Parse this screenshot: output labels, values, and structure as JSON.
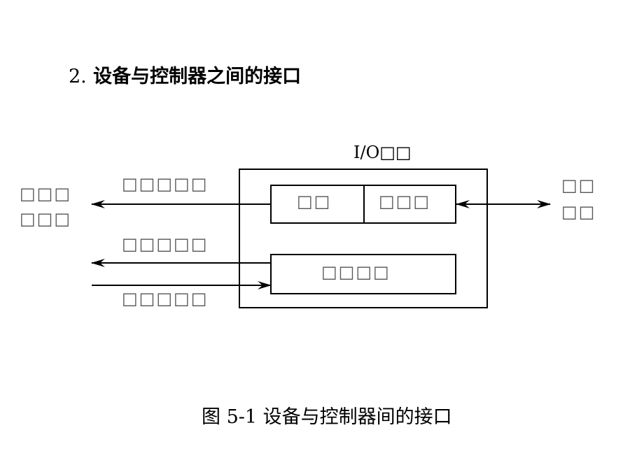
{
  "heading": {
    "number": "2.",
    "text": "设备与控制器之间的接口"
  },
  "diagram": {
    "io_device_label": "I/O□□",
    "cpu_side_label_line1": "□□□",
    "cpu_side_label_line2": "□□□",
    "device_side_label_line1": "□□",
    "device_side_label_line2": "□□",
    "data_signal_label": "□□□□□",
    "status_signal_label": "□□□□□",
    "control_signal_label": "□□□□□",
    "buffer_label": "□□",
    "converter_label": "□□□",
    "control_logic_label": "□□□□"
  },
  "caption": "图 5-1 设备与控制器间的接口"
}
